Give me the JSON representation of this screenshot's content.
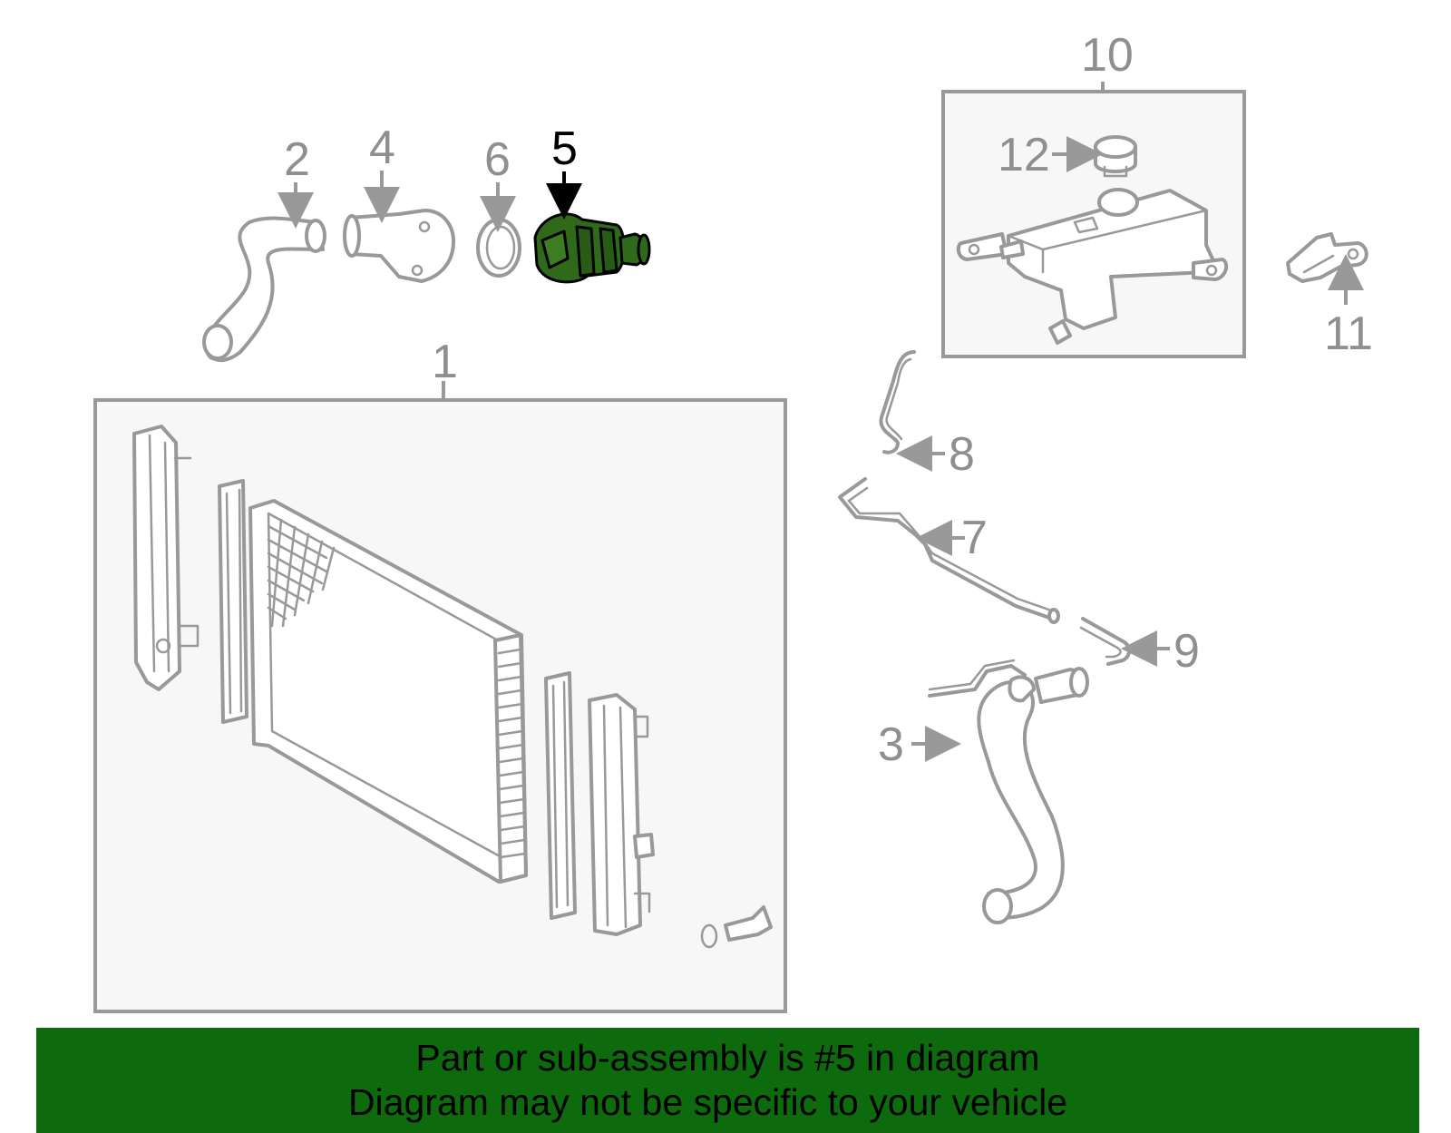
{
  "callouts": [
    {
      "id": "1",
      "label": "1"
    },
    {
      "id": "2",
      "label": "2"
    },
    {
      "id": "3",
      "label": "3"
    },
    {
      "id": "4",
      "label": "4"
    },
    {
      "id": "5",
      "label": "5",
      "highlighted": true
    },
    {
      "id": "6",
      "label": "6"
    },
    {
      "id": "7",
      "label": "7"
    },
    {
      "id": "8",
      "label": "8"
    },
    {
      "id": "9",
      "label": "9"
    },
    {
      "id": "10",
      "label": "10"
    },
    {
      "id": "11",
      "label": "11"
    },
    {
      "id": "12",
      "label": "12"
    }
  ],
  "banner": {
    "line1": "Part or sub-assembly is #5 in diagram",
    "line2": "Diagram may not be specific to your vehicle"
  },
  "colors": {
    "banner": "#0d6b0d",
    "highlight_part": "#2f6a1a",
    "line_art": "#999999",
    "box_fill": "#f7f7f7"
  }
}
